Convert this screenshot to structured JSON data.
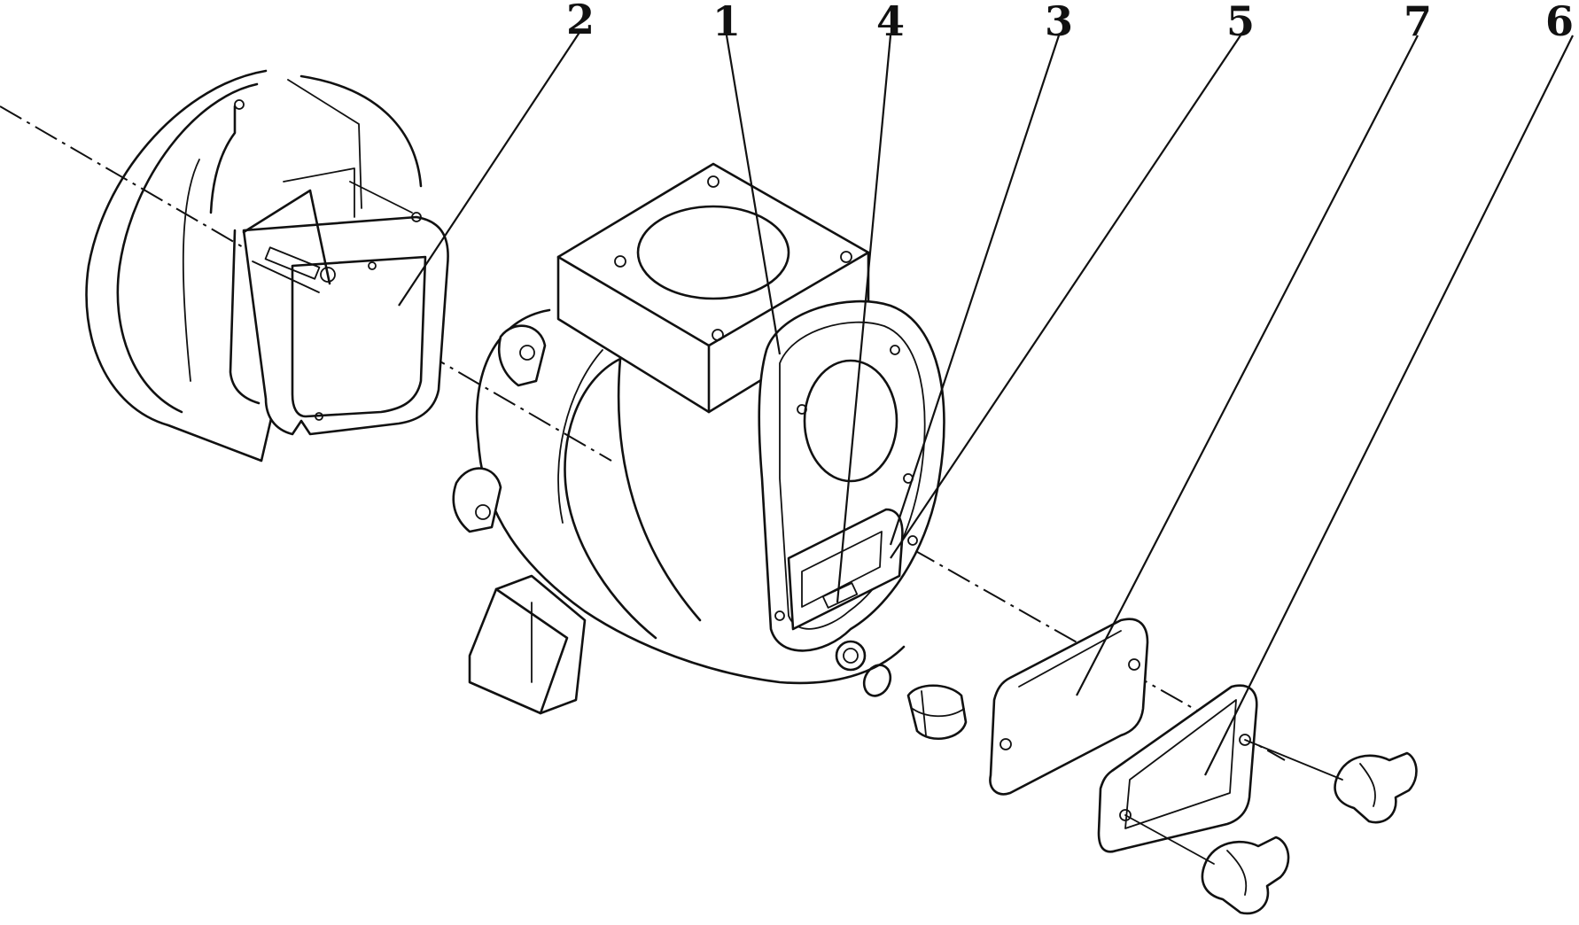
{
  "callouts": [
    {
      "id": "label-2",
      "text": "2"
    },
    {
      "id": "label-1",
      "text": "1"
    },
    {
      "id": "label-4",
      "text": "4"
    },
    {
      "id": "label-3",
      "text": "3"
    },
    {
      "id": "label-5",
      "text": "5"
    },
    {
      "id": "label-7",
      "text": "7"
    },
    {
      "id": "label-6",
      "text": "6"
    }
  ]
}
